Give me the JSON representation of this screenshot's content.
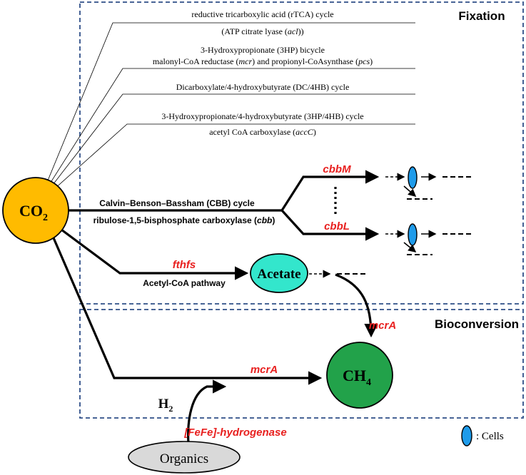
{
  "sections": {
    "fixation": "Fixation",
    "bioconversion": "Bioconversion"
  },
  "nodes": {
    "co2_main": "CO",
    "co2_sub": "2",
    "acetate": "Acetate",
    "ch4_main": "CH",
    "ch4_sub": "4",
    "organics": "Organics"
  },
  "pathways": [
    {
      "segments": [
        {
          "t": "reductive tricarboxylic acid (rTCA) cycle"
        }
      ]
    },
    {
      "segments": [
        {
          "t": "(ATP citrate lyase ("
        },
        {
          "t": "acl",
          "i": true
        },
        {
          "t": "))"
        }
      ]
    },
    {
      "segments": [
        {
          "t": "3-Hydroxypropionate (3HP) bicycle"
        }
      ]
    },
    {
      "segments": [
        {
          "t": "malonyl-CoA reductase ("
        },
        {
          "t": "mcr",
          "i": true
        },
        {
          "t": ") and propionyl-CoAsynthase ("
        },
        {
          "t": "pcs",
          "i": true
        },
        {
          "t": ")"
        }
      ]
    },
    {
      "segments": [
        {
          "t": "Dicarboxylate/4-hydroxybutyrate (DC/4HB) cycle"
        }
      ]
    },
    {
      "segments": [
        {
          "t": "3-Hydroxypropionate/4-hydroxybutyrate (3HP/4HB) cycle"
        }
      ]
    },
    {
      "segments": [
        {
          "t": "acetyl CoA carboxylase ("
        },
        {
          "t": "accC",
          "i": true
        },
        {
          "t": ")"
        }
      ]
    }
  ],
  "cbb": {
    "title": "Calvin–Benson–Bassham (CBB) cycle",
    "enzyme_segments": [
      {
        "t": "ribulose-1,5-bisphosphate carboxylase ("
      },
      {
        "t": "cbb",
        "i": true
      },
      {
        "t": ")"
      }
    ],
    "gene_m": "cbbM",
    "gene_l": "cbbL"
  },
  "acetyl": {
    "gene": "fthfs",
    "pathway": "Acetyl-CoA pathway"
  },
  "bio": {
    "mcra_acetate": "mcrA",
    "mcra_direct": "mcrA",
    "h2_main": "H",
    "h2_sub": "2",
    "hydrogenase": "[FeFe]-hydrogenase"
  },
  "legend": {
    "label": ":  Cells"
  },
  "colors": {
    "co2": "#FFBB00",
    "acetate": "#33E6CC",
    "ch4": "#22A24A",
    "organics": "#D9D9D9",
    "cell": "#1E9BEA",
    "gene_red": "#E8201F",
    "box_border": "#2F4F88"
  }
}
